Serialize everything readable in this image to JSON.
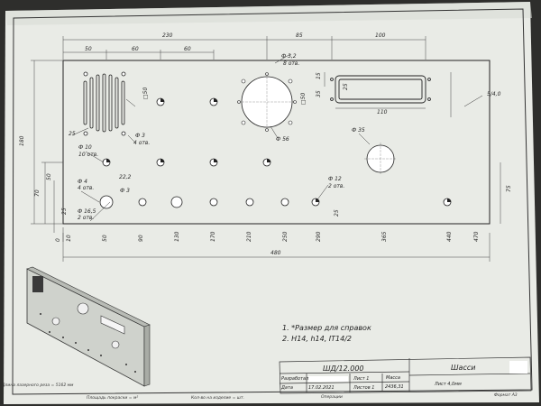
{
  "drawing": {
    "top_dims": [
      "230",
      "85",
      "100",
      "50",
      "60",
      "60"
    ],
    "left_dims": [
      "180",
      "70",
      "50"
    ],
    "right_dims": [
      "15",
      "35",
      "25",
      "75"
    ],
    "slot_dims": [
      "25",
      "110"
    ],
    "hole_labels": {
      "d32": "Ф 3,2",
      "d32_count": "8 отв.",
      "d56": "Ф 56",
      "d50_a": "□50",
      "d50_b": "□50",
      "d3_top": "Ф 3",
      "d3_top_count": "4 отв.",
      "d10": "Ф 10",
      "d10_count": "10 отв.",
      "d35": "Ф 35",
      "d4": "Ф 4",
      "d4_count": "4 отв.",
      "d222": "22,2",
      "d3_mid": "Ф 3",
      "d165": "Ф 16,5",
      "d165_count": "2 отв.",
      "d12": "Ф 12",
      "d12_count": "2 отв.",
      "dim25_left": "25",
      "dim25_lower": "25"
    },
    "roughness": "5/4,0",
    "bottom_positions": [
      "0",
      "10",
      "50",
      "90",
      "130",
      "170",
      "210",
      "250",
      "290",
      "365",
      "440",
      "470"
    ],
    "overall_width": "480"
  },
  "notes": [
    "1.   *Размер для справок",
    "2.  H14, h14, IT14/2"
  ],
  "title_block": {
    "designation": "ШД/12.000",
    "name": "Шасси",
    "developer_label": "Разработал",
    "date_label": "Дата",
    "date_value": "17.02.2021",
    "sheet_label": "Лист 1",
    "sheets_label": "Листов 1",
    "mass_label": "Масса",
    "mass_value": "2436,31",
    "material": "Лист 4,0мм"
  },
  "footer": {
    "cut_length": "Длина лазерного реза = 5162 мм",
    "coating": "Площадь покраски = м²",
    "quantity": "Кол-во на изделие = шт.",
    "operations": "Операции",
    "format": "Формат А3"
  }
}
